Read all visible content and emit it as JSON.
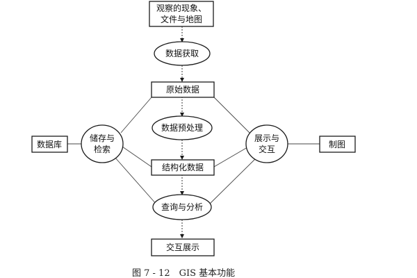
{
  "nodes": {
    "observations_line1": "观察的现象、",
    "observations_line2": "文件与地图",
    "data_acquisition": "数据获取",
    "raw_data": "原始数据",
    "preprocessing": "数据预处理",
    "structured_data": "结构化数据",
    "query_analysis": "查询与分析",
    "interactive_display": "交互展示",
    "storage_line1": "储存与",
    "storage_line2": "检索",
    "display_line1": "展示与",
    "display_line2": "交互",
    "database": "数据库",
    "mapping": "制图"
  },
  "caption": "图 7 - 12　GIS 基本功能",
  "colors": {
    "stroke": "#1a1a1a",
    "text": "#111111",
    "background": "#ffffff"
  }
}
